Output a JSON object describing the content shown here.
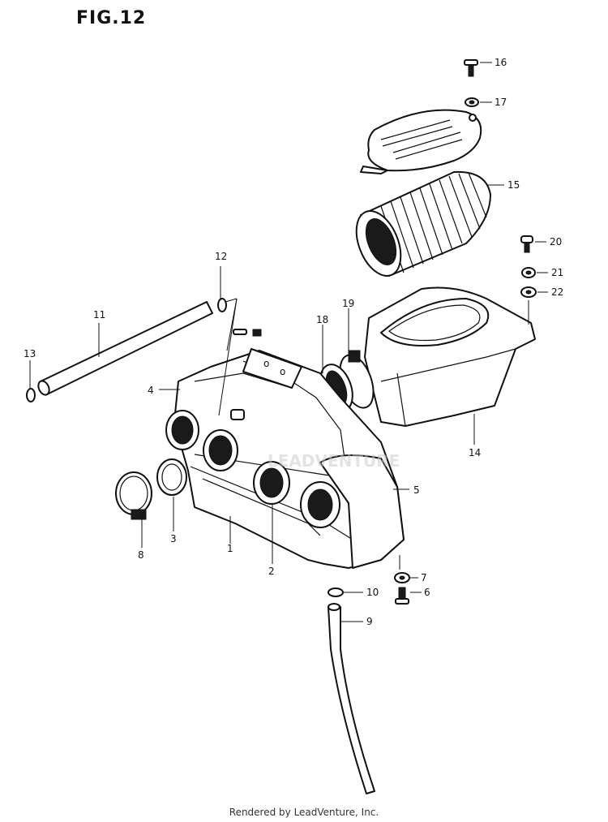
{
  "figure_title": "FIG.12",
  "footer_text": "Rendered by LeadVenture, Inc.",
  "watermark_text": "LEADVENTURE",
  "callouts": [
    "1",
    "2",
    "3",
    "4",
    "5",
    "6",
    "7",
    "8",
    "9",
    "10",
    "11",
    "12",
    "13",
    "14",
    "15",
    "16",
    "17",
    "18",
    "19",
    "20",
    "21",
    "22"
  ]
}
